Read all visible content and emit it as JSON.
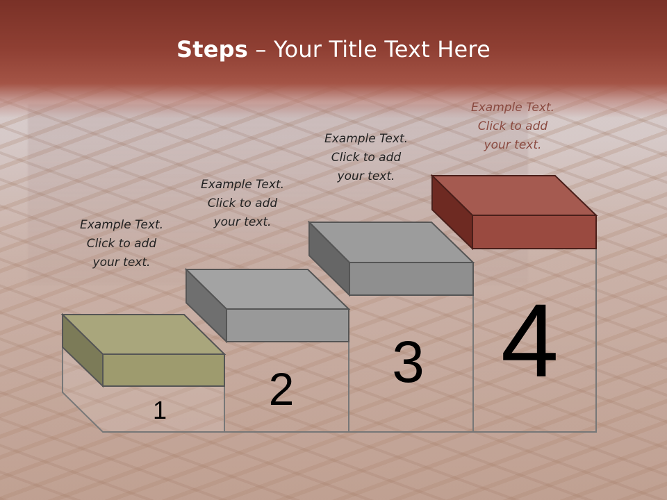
{
  "title": {
    "bold": "Steps",
    "rest": " – Your Title Text Here"
  },
  "steps": [
    {
      "number": "1",
      "caption_lines": [
        "Example Text.",
        "Click  to add",
        "your text."
      ],
      "color": "#a8a67a"
    },
    {
      "number": "2",
      "caption_lines": [
        "Example Text.",
        "Click  to add",
        "your text."
      ],
      "color": "#9a9a9a"
    },
    {
      "number": "3",
      "caption_lines": [
        "Example Text.",
        "Click  to add",
        "your text."
      ],
      "color": "#8c8c8c"
    },
    {
      "number": "4",
      "caption_lines": [
        "Example Text.",
        "Click  to add",
        "your text."
      ],
      "color": "#9a4a40"
    }
  ]
}
